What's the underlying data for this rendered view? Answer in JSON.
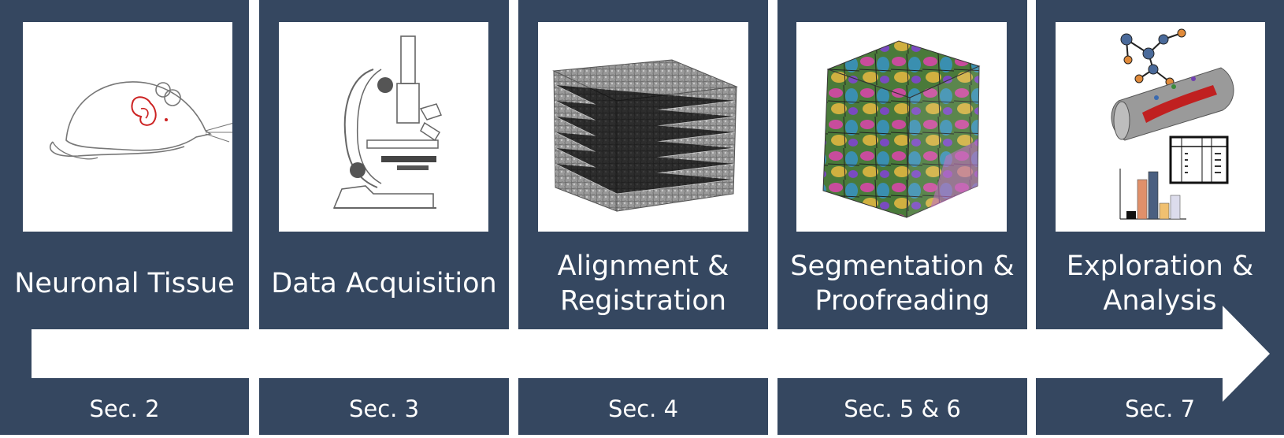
{
  "colors": {
    "panel": "#354760",
    "arrow": "#ffffff",
    "box": "#ffffff"
  },
  "stages": [
    {
      "title": "Neuronal Tissue",
      "section": "Sec. 2",
      "icon": "mouse-icon"
    },
    {
      "title": "Data Acquisition",
      "section": "Sec. 3",
      "icon": "microscope-icon"
    },
    {
      "title": "Alignment &\nRegistration",
      "section": "Sec. 4",
      "icon": "image-stack-icon"
    },
    {
      "title": "Segmentation &\nProofreading",
      "section": "Sec. 5 & 6",
      "icon": "segmented-cube-icon"
    },
    {
      "title": "Exploration &\nAnalysis",
      "section": "Sec. 7",
      "icon": "analysis-collage-icon"
    }
  ]
}
